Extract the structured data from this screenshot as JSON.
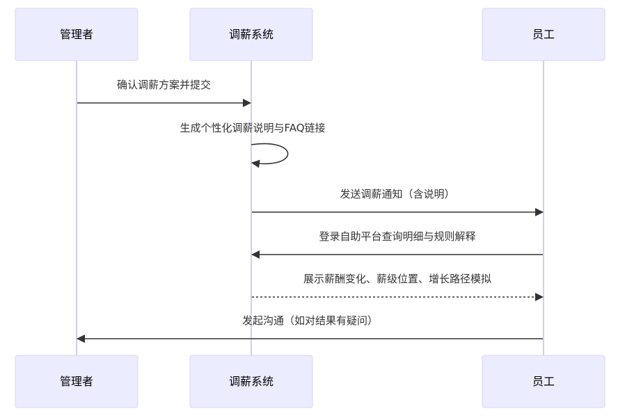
{
  "participants": [
    {
      "id": "admin",
      "label": "管理者"
    },
    {
      "id": "system",
      "label": "调薪系统"
    },
    {
      "id": "employee",
      "label": "员工"
    }
  ],
  "messages": [
    {
      "from": "admin",
      "to": "system",
      "text": "确认调薪方案并提交",
      "style": "solid"
    },
    {
      "from": "system",
      "to": "system",
      "text": "生成个性化调薪说明与FAQ链接",
      "style": "solid"
    },
    {
      "from": "system",
      "to": "employee",
      "text": "发送调薪通知（含说明）",
      "style": "solid"
    },
    {
      "from": "employee",
      "to": "system",
      "text": "登录自助平台查询明细与规则解释",
      "style": "solid"
    },
    {
      "from": "system",
      "to": "employee",
      "text": "展示薪酬变化、薪级位置、增长路径模拟",
      "style": "dashed"
    },
    {
      "from": "employee",
      "to": "admin",
      "text": "发起沟通（如对结果有疑问）",
      "style": "solid"
    }
  ],
  "colors": {
    "actor_fill": "#ECECFF",
    "actor_border": "#D9D3F5",
    "lifeline": "#D4CCF2",
    "line": "#333333"
  }
}
